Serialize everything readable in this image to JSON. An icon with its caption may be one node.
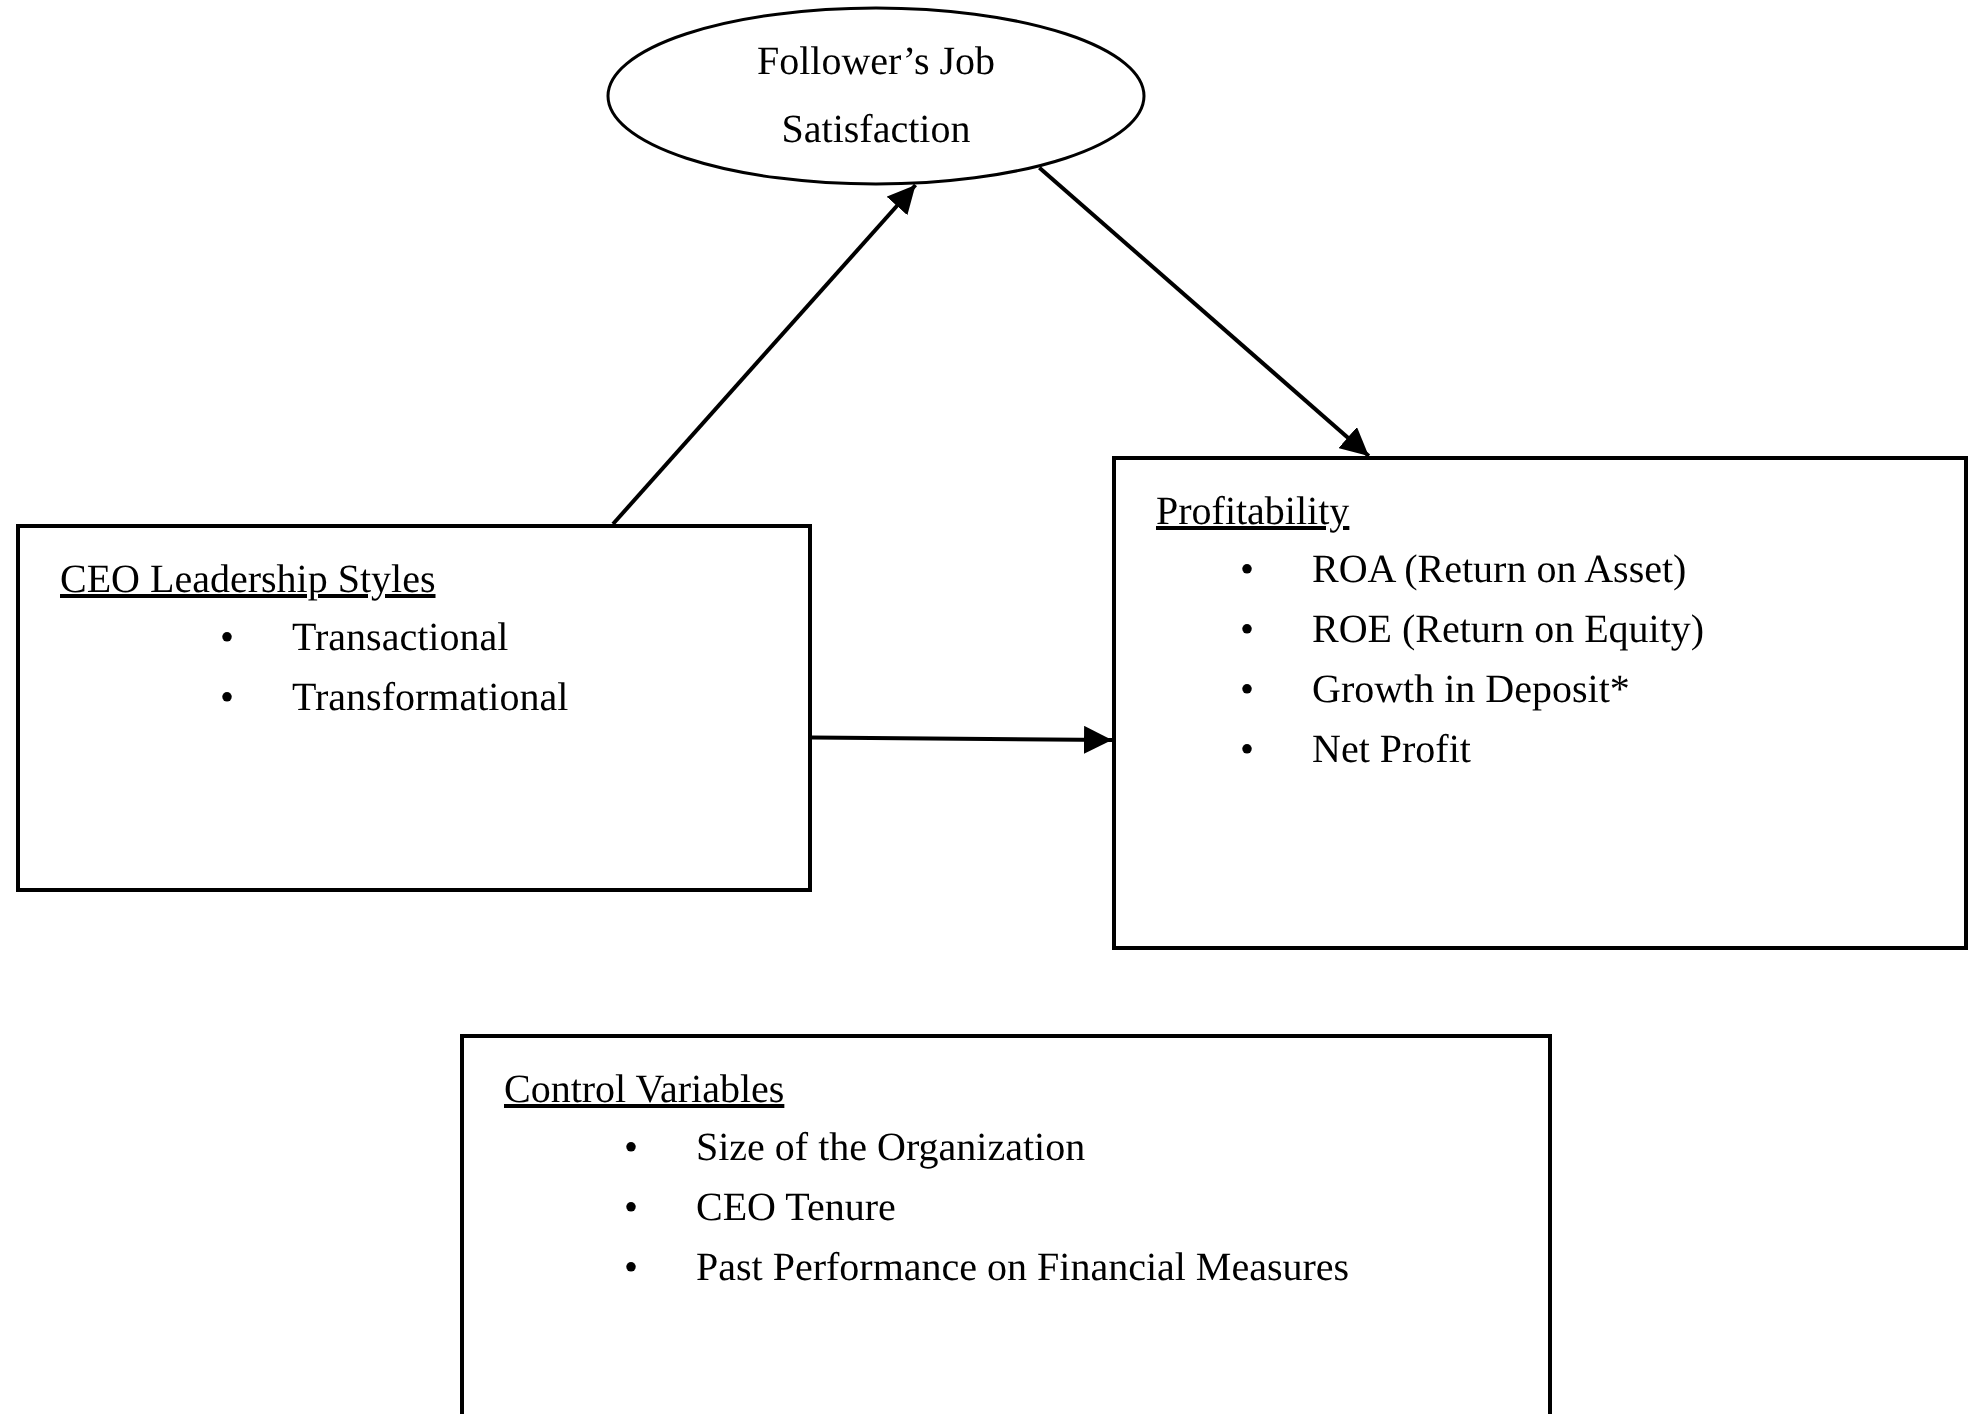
{
  "diagram": {
    "nodes": [
      {
        "text": [
          "Follower’s Job Satisfaction"
        ]
      },
      {
        "text": [
          "CEO Leadership Styles",
          "•",
          "Transactional",
          "•",
          "Transformational"
        ]
      },
      {
        "text": [
          "Profitability",
          "•",
          "ROA (Return on Asset)",
          "•",
          "ROE (Return on Equity)",
          "•",
          "Growth in Deposit*",
          "•",
          "Net Profit"
        ]
      },
      {
        "text": [
          "Control Variables",
          "•",
          "Size of the Organization",
          "•",
          "CEO Tenure",
          "•",
          "Past Performance on Financial Measures"
        ]
      }
    ],
    "edges": [
      {
        "from": 1,
        "to": 0,
        "arrow": "to"
      },
      {
        "from": 0,
        "to": 2,
        "arrow": "to"
      },
      {
        "from": 1,
        "to": 2,
        "arrow": "to"
      }
    ]
  }
}
